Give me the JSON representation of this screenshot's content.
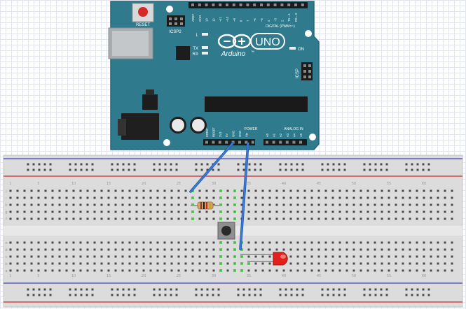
{
  "arduino": {
    "reset_label": "RESET",
    "icsp2_label": "ICSP2",
    "icsp_label": "ICSP",
    "model_label": "UNO",
    "brand_label": "Arduino",
    "trademark": "™",
    "on_label": "ON",
    "led_l_label": "L",
    "led_tx_label": "TX",
    "led_rx_label": "RX",
    "aref_label": "AREF",
    "gnd_label": "GND",
    "digital_header_pins": [
      "13",
      "12",
      "~11",
      "~10",
      "~9",
      "8",
      "7",
      "~6",
      "~5",
      "4",
      "~3",
      "2",
      "TX→1",
      "RX←0"
    ],
    "digital_label": "DIGITAL (PWM=~)",
    "power_label": "POWER",
    "power_pins": [
      "IOREF",
      "RESET",
      "3V3",
      "5V",
      "GND",
      "GND",
      "Vin"
    ],
    "analog_label": "ANALOG IN",
    "analog_pins": [
      "A0",
      "A1",
      "A2",
      "A3",
      "A4",
      "A5"
    ],
    "board_color": "#2f7a8c",
    "board_edge_color": "#256676"
  },
  "breadboard": {
    "row_letters": [
      "a",
      "b",
      "c",
      "d",
      "e",
      "f",
      "g",
      "h",
      "i",
      "j"
    ],
    "column_numbers": [
      "1",
      "5",
      "10",
      "15",
      "20",
      "25",
      "30",
      "35",
      "40",
      "45",
      "50",
      "55",
      "60"
    ],
    "rail_red": "#cc2b2b",
    "rail_blue": "#3b45b8"
  },
  "components": {
    "resistor_name": "resistor",
    "button_name": "pushbutton",
    "led_name": "red LED",
    "led_color": "#e3201b",
    "wire_color": "#2f5fc4",
    "connected_hole_color": "#3fbf3f"
  }
}
